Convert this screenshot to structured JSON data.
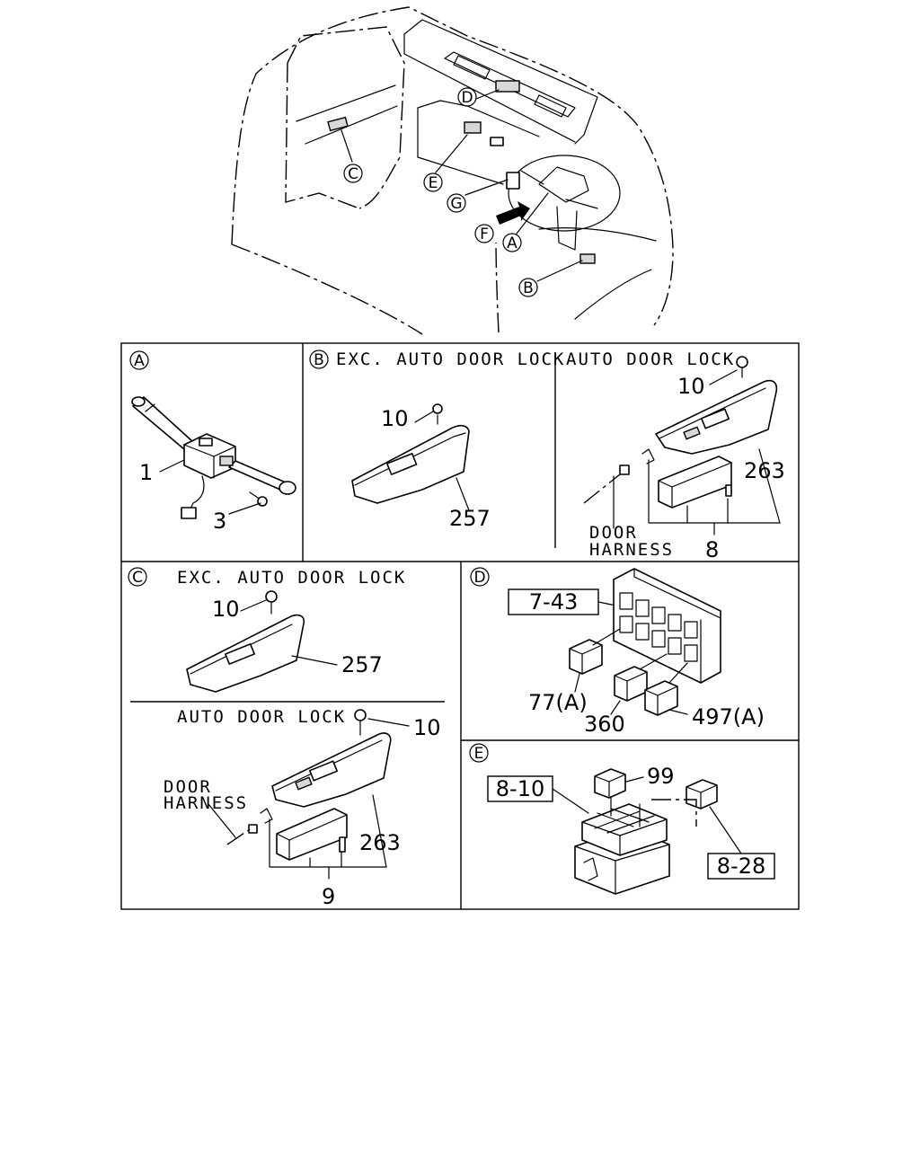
{
  "callouts": {
    "A": "A",
    "B": "B",
    "C": "C",
    "D": "D",
    "E": "E",
    "F": "F",
    "G": "G"
  },
  "panel_a": {
    "part_1": "1",
    "part_3": "3"
  },
  "panel_b": {
    "exc_heading": "EXC. AUTO DOOR LOCK",
    "auto_heading": "AUTO DOOR LOCK",
    "exc_part_10": "10",
    "exc_part_257": "257",
    "auto_part_10": "10",
    "auto_part_263": "263",
    "auto_part_8": "8",
    "harness_line1": "DOOR",
    "harness_line2": "HARNESS"
  },
  "panel_c": {
    "exc_heading": "EXC. AUTO DOOR LOCK",
    "auto_heading": "AUTO DOOR LOCK",
    "exc_part_10": "10",
    "exc_part_257": "257",
    "auto_part_10": "10",
    "auto_part_263": "263",
    "auto_part_9": "9",
    "harness_line1": "DOOR",
    "harness_line2": "HARNESS"
  },
  "panel_d": {
    "ref_box": "7-43",
    "part_77": "77(A)",
    "part_360": "360",
    "part_497": "497(A)"
  },
  "panel_e": {
    "ref_box_left": "8-10",
    "ref_box_right": "8-28",
    "part_99": "99"
  }
}
